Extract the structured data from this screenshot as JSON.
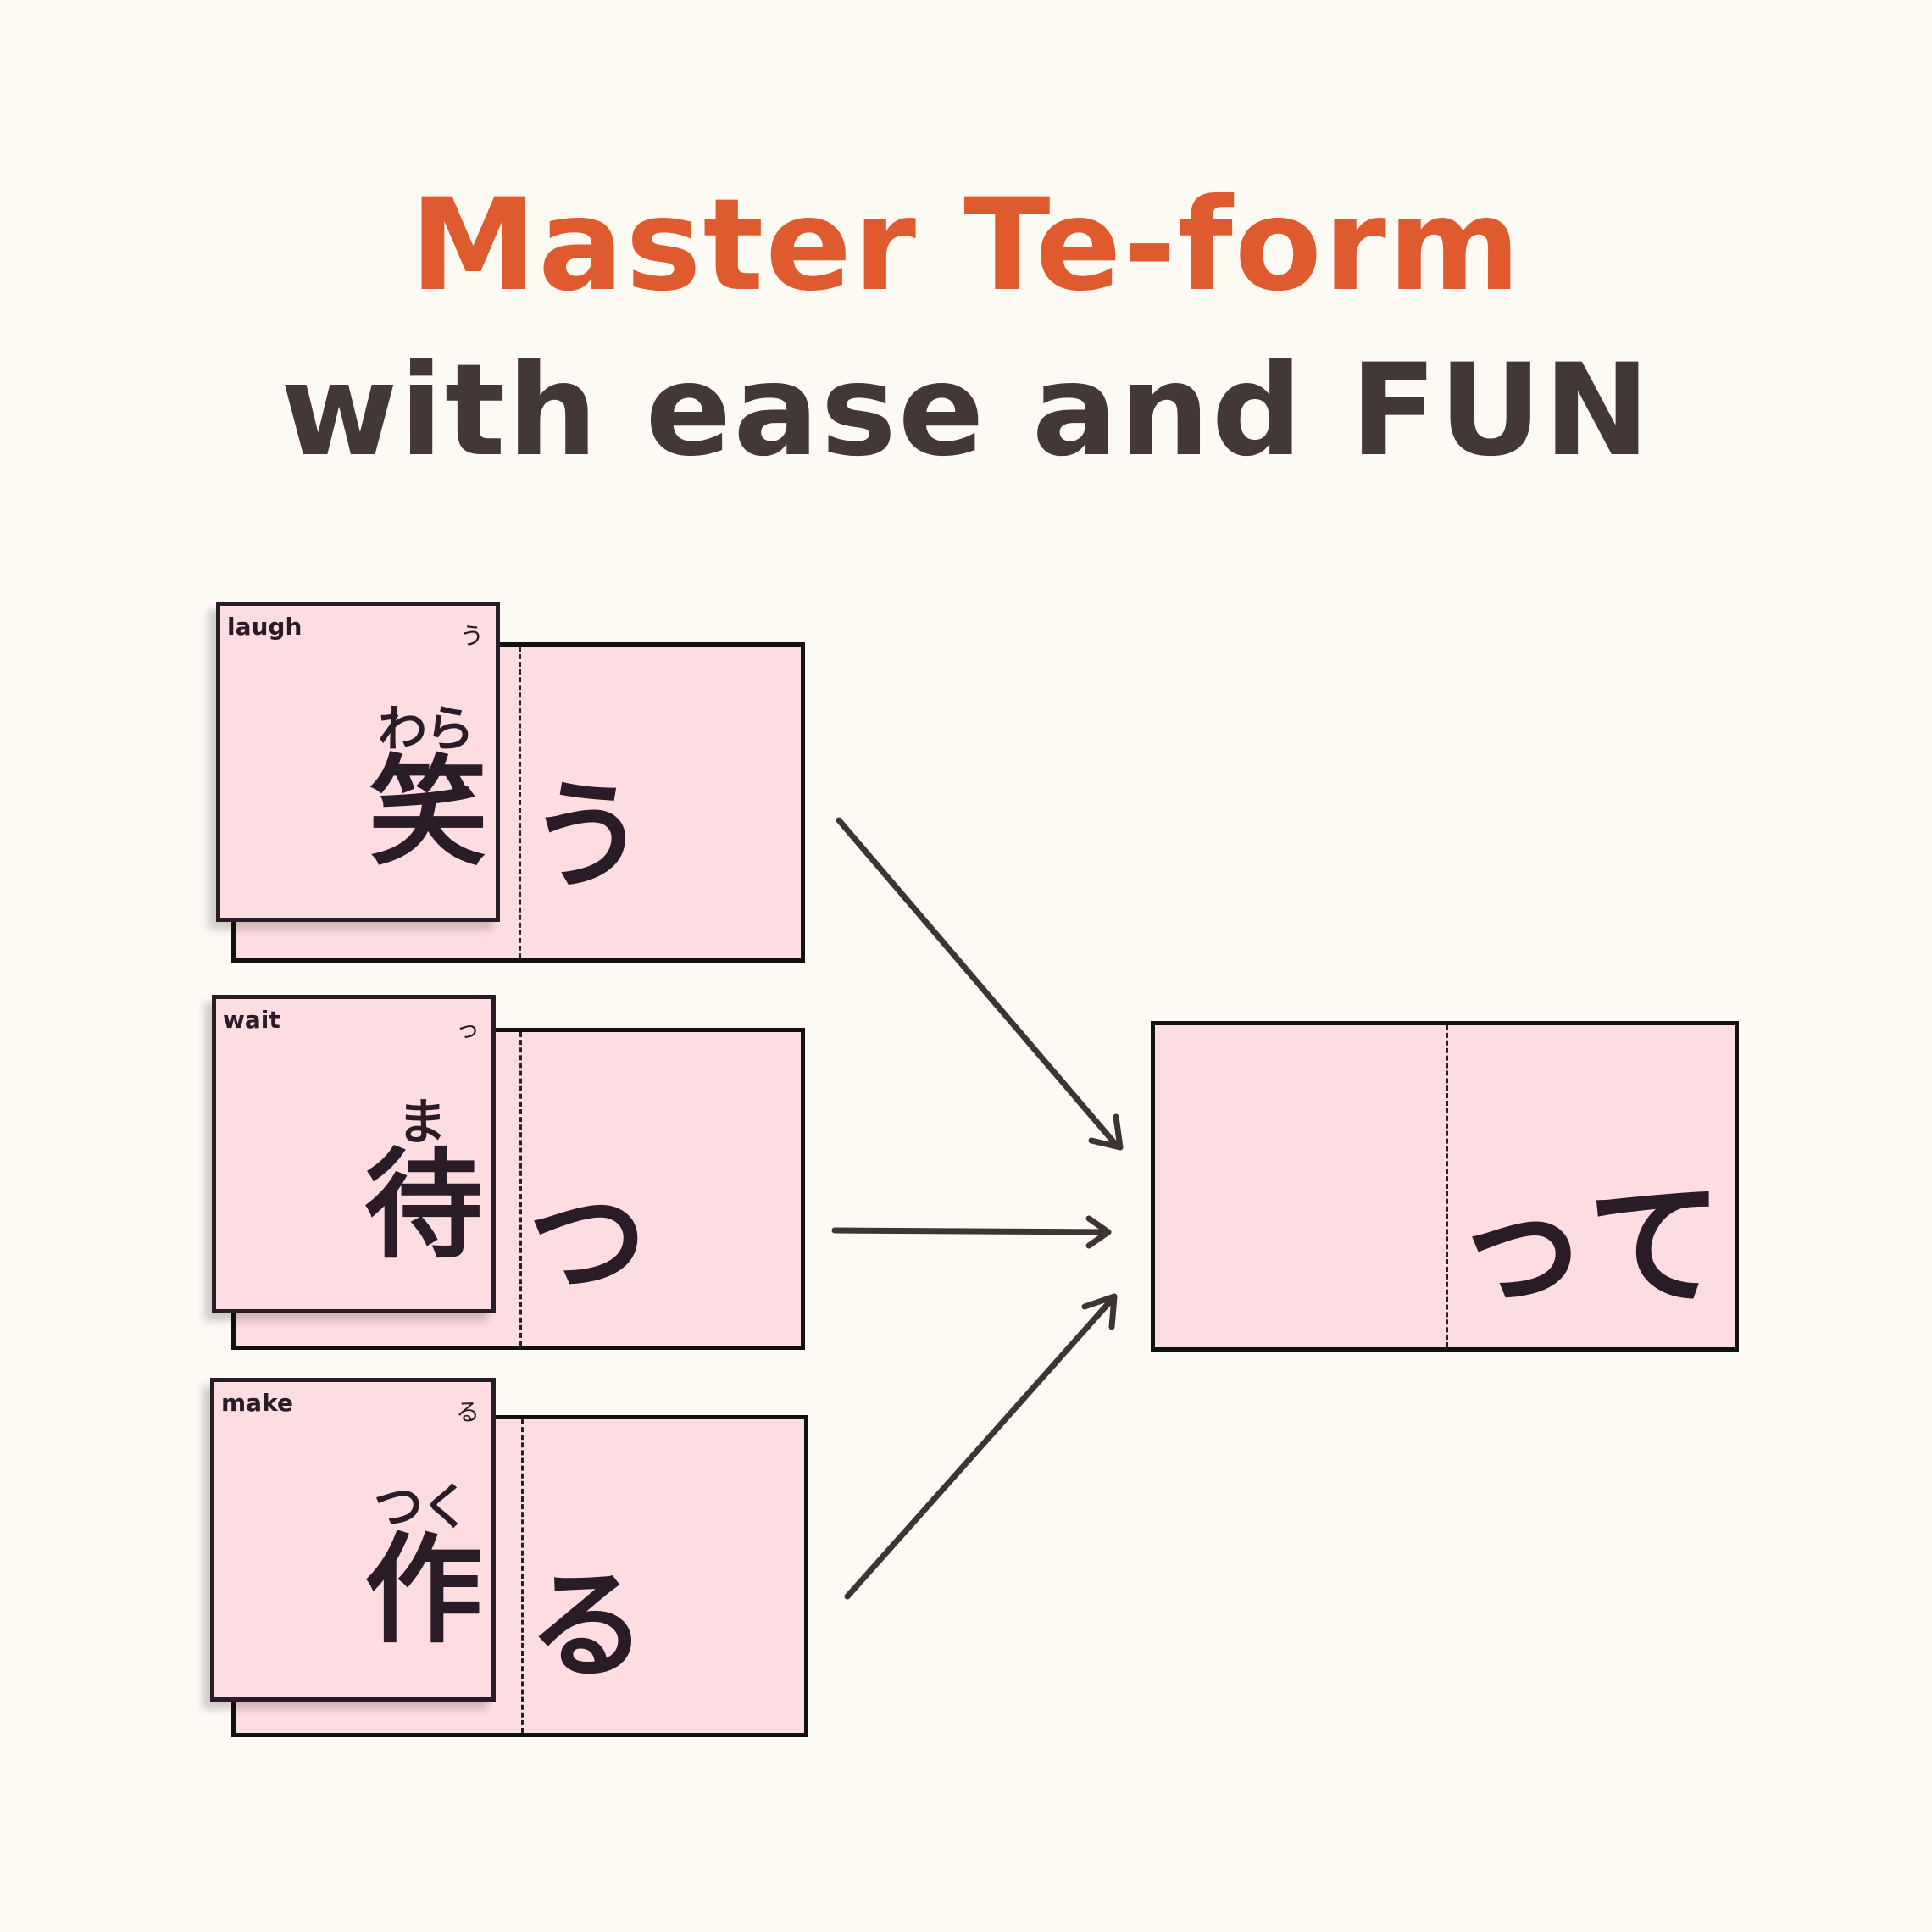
{
  "title": {
    "line1": "Master Te-form",
    "line2": "with ease and FUN"
  },
  "verbs": [
    {
      "meaning": "laugh",
      "corner_kana": "う",
      "furigana": "わら",
      "kanji": "笑",
      "ending": "う"
    },
    {
      "meaning": "wait",
      "corner_kana": "っ",
      "furigana": "ま",
      "kanji": "待",
      "ending": "つ"
    },
    {
      "meaning": "make",
      "corner_kana": "る",
      "furigana": "つく",
      "kanji": "作",
      "ending": "る"
    }
  ],
  "result": {
    "ending": "って"
  },
  "colors": {
    "title_accent": "#e05a2f",
    "title_dark": "#433836",
    "card_fill": "#fddde1",
    "background": "#fdfaf4"
  }
}
